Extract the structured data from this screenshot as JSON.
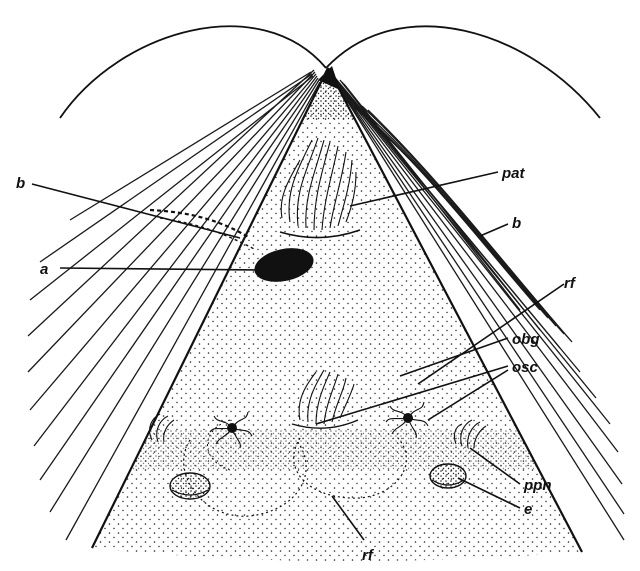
{
  "figure": {
    "background": "#ffffff",
    "ink": "#111111",
    "labels": {
      "b_left": "b",
      "b_right": "b",
      "pat": "pat",
      "a": "a",
      "rf_top": "rf",
      "obg": "obg",
      "osc": "osc",
      "ppn": "ppn",
      "e": "e",
      "rf_bottom": "rf"
    }
  }
}
